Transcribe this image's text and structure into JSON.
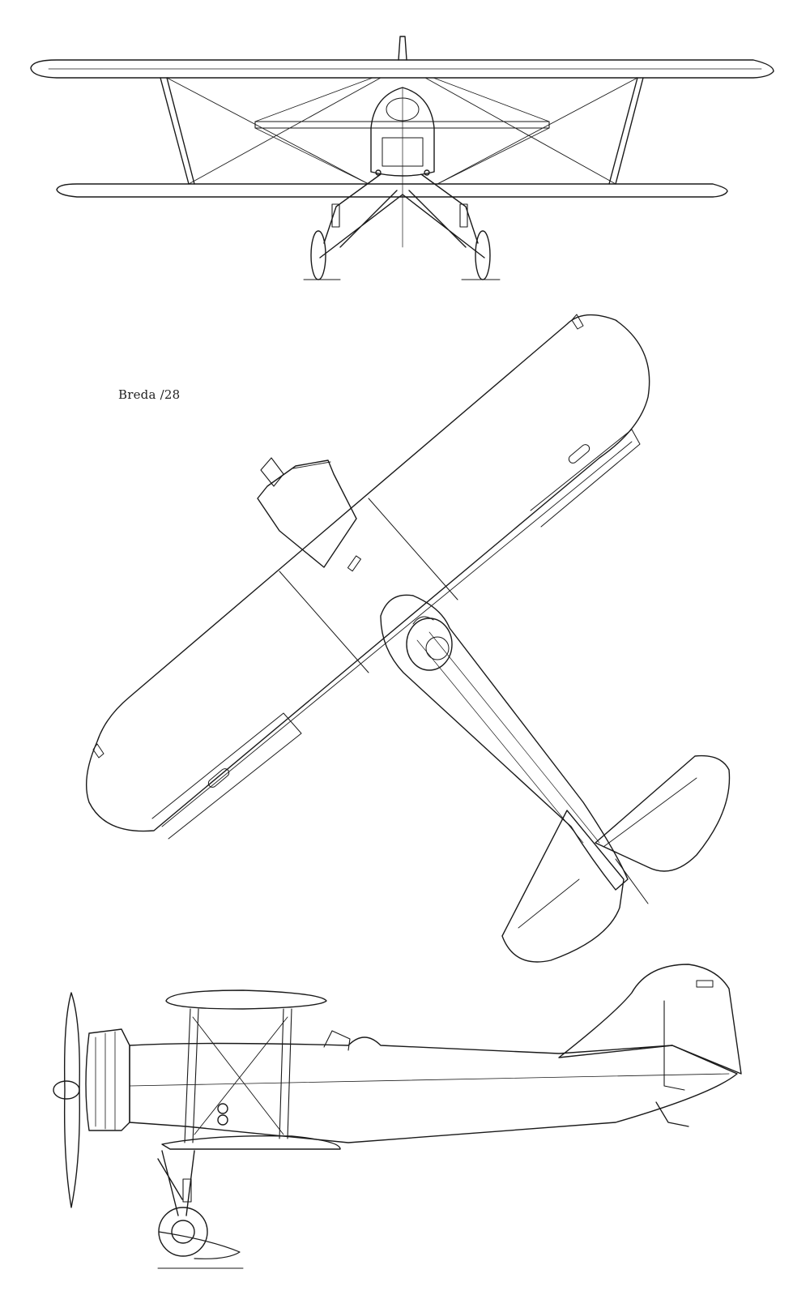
{
  "caption": {
    "text": "Breda /28"
  },
  "views": [
    {
      "name": "front-view"
    },
    {
      "name": "plan-view"
    },
    {
      "name": "side-view"
    }
  ],
  "colors": {
    "ink": "#1a1a1a",
    "paper": "#ffffff"
  }
}
